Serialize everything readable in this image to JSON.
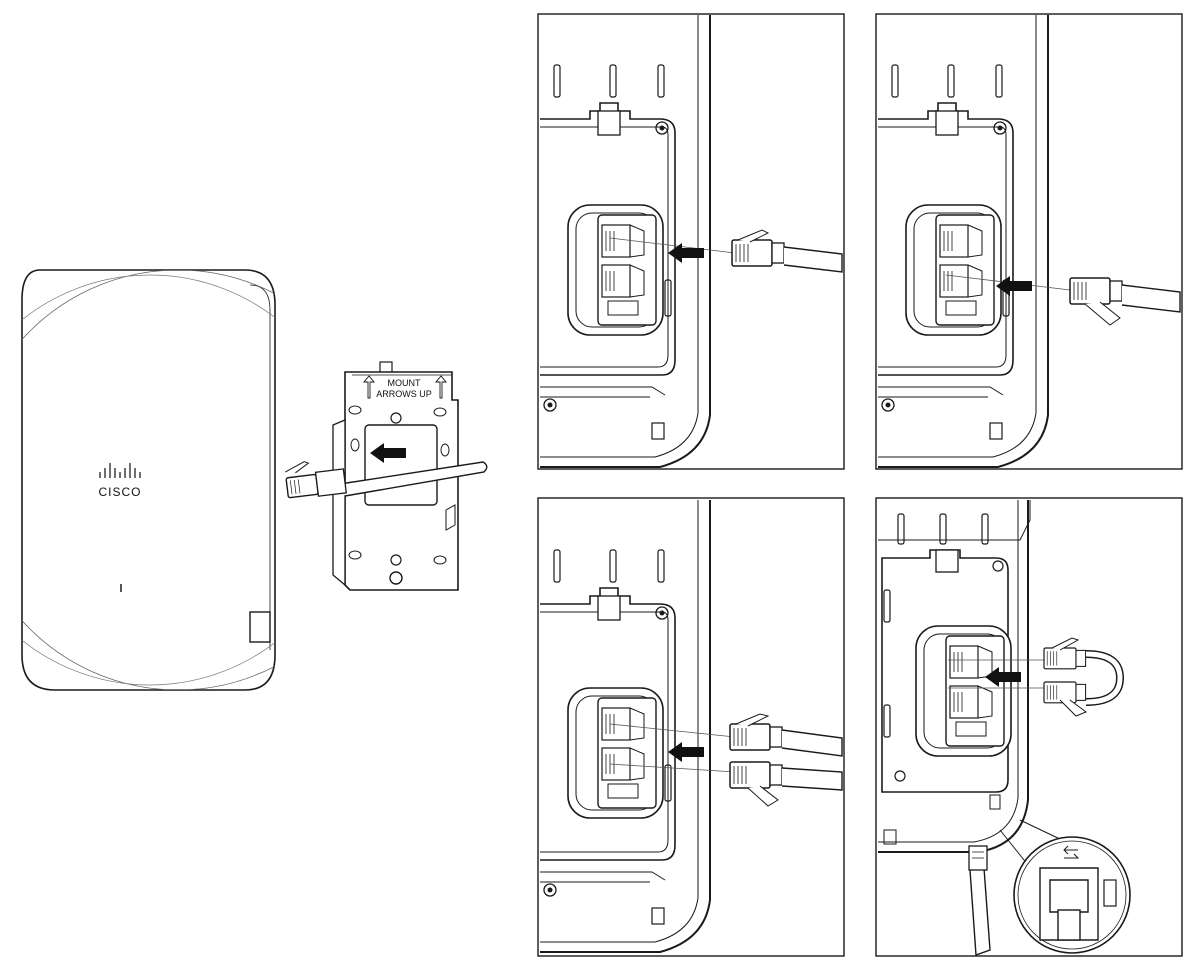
{
  "brand": {
    "logo_text": "CISCO"
  },
  "bracket": {
    "label_line1": "MOUNT",
    "label_line2": "ARROWS UP"
  },
  "panels": [
    {
      "id": "single-cable"
    },
    {
      "id": "single-cable-angled"
    },
    {
      "id": "dual-cable"
    },
    {
      "id": "loopback-plug"
    }
  ],
  "colors": {
    "line": "#1a1a1a",
    "fill": "#ffffff",
    "arrow": "#111111"
  }
}
